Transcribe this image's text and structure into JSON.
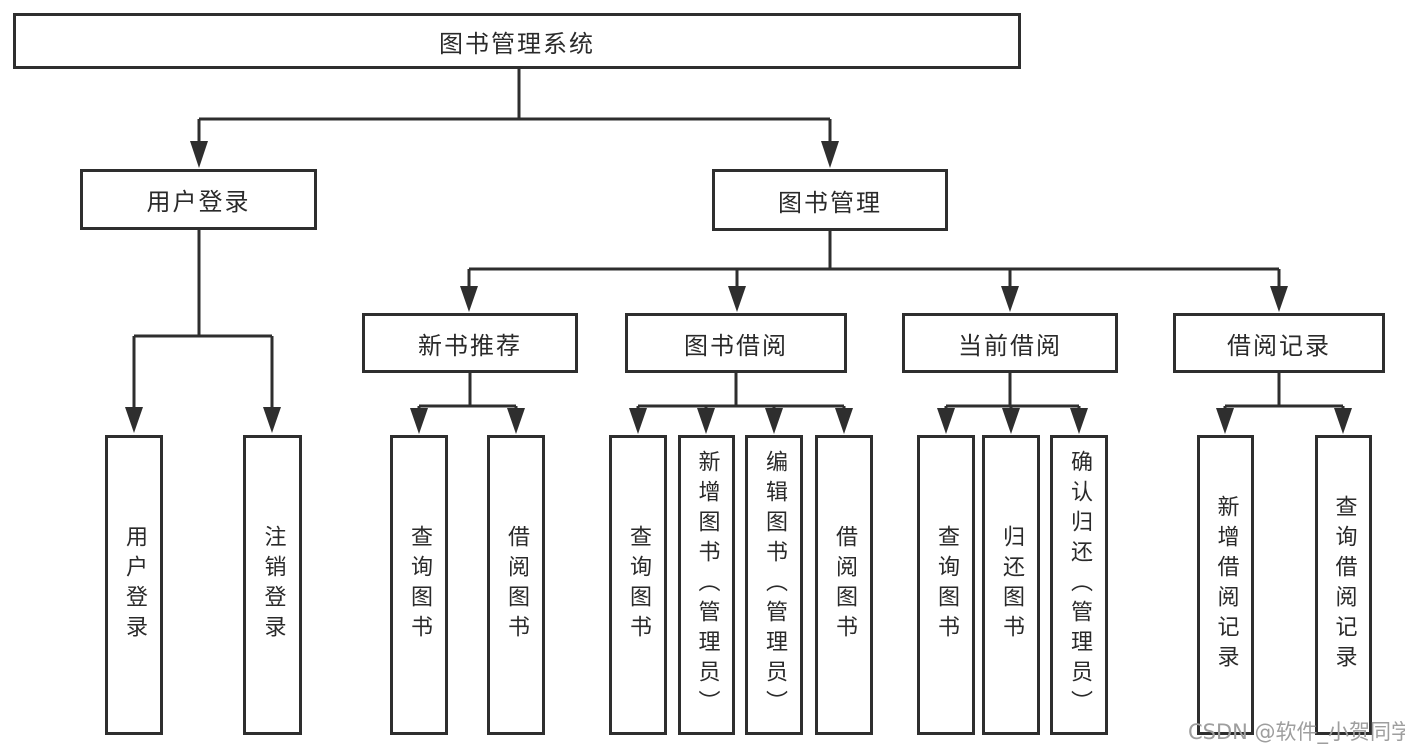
{
  "tree": {
    "label": "图书管理系统",
    "children": [
      {
        "label": "用户登录",
        "children": [
          {
            "label": "用户登录"
          },
          {
            "label": "注销登录"
          }
        ]
      },
      {
        "label": "图书管理",
        "children": [
          {
            "label": "新书推荐",
            "children": [
              {
                "label": "查询图书"
              },
              {
                "label": "借阅图书"
              }
            ]
          },
          {
            "label": "图书借阅",
            "children": [
              {
                "label": "查询图书"
              },
              {
                "label": "新增图书（管理员）"
              },
              {
                "label": "编辑图书（管理员）"
              },
              {
                "label": "借阅图书"
              }
            ]
          },
          {
            "label": "当前借阅",
            "children": [
              {
                "label": "查询图书"
              },
              {
                "label": "归还图书"
              },
              {
                "label": "确认归还（管理员）"
              }
            ]
          },
          {
            "label": "借阅记录",
            "children": [
              {
                "label": "新增借阅记录"
              },
              {
                "label": "查询借阅记录"
              }
            ]
          }
        ]
      }
    ]
  },
  "watermark": "CSDN @软件_小贺同学",
  "colors": {
    "line": "#2e2e2e",
    "text": "#2a2a2a",
    "watermark": "#9e9e9e",
    "background": "#ffffff"
  }
}
